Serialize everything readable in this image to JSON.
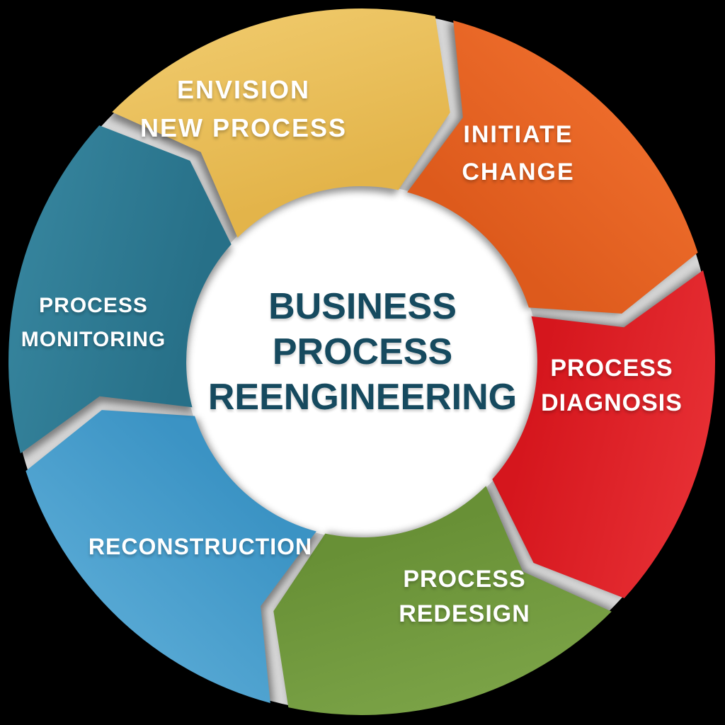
{
  "background_color": "#000000",
  "diagram_title": "Business Process Reengineering cycle",
  "center": {
    "title": "BUSINESS\nPROCESS\nREENGINEERING",
    "text_color": "#164a5f",
    "circle_color": "#ffffff"
  },
  "ring": {
    "direction": "clockwise",
    "gap_color": "#d6d6d6",
    "segments": [
      {
        "id": "envision-new-process",
        "label": "ENVISION\nNEW PROCESS",
        "color": "#e3b44a",
        "color_light": "#eec767",
        "text_color": "#ffffff"
      },
      {
        "id": "initiate-change",
        "label": "INITIATE\nCHANGE",
        "color": "#dd5а1c",
        "color_light": "#ec6b2a",
        "text_color": "#ffffff"
      },
      {
        "id": "process-diagnosis",
        "label": "PROCESS\nDIAGNOSIS",
        "color": "#d5161d",
        "color_light": "#e62e33",
        "text_color": "#ffffff"
      },
      {
        "id": "process-redesign",
        "label": "PROCESS\nREDESIGN",
        "color": "#68903 6",
        "color_light": "#7aa246",
        "text_color": "#ffffff"
      },
      {
        "id": "reconstruction",
        "label": "RECONSTRUCTION",
        "color": "#3b93c4",
        "color_light": "#55a7d3",
        "text_color": "#ffffff"
      },
      {
        "id": "process-monitoring",
        "label": "PROCESS\nMONITORING",
        "color": "#27708 8",
        "color_light": "#35839c",
        "text_color": "#ffffff"
      }
    ]
  }
}
